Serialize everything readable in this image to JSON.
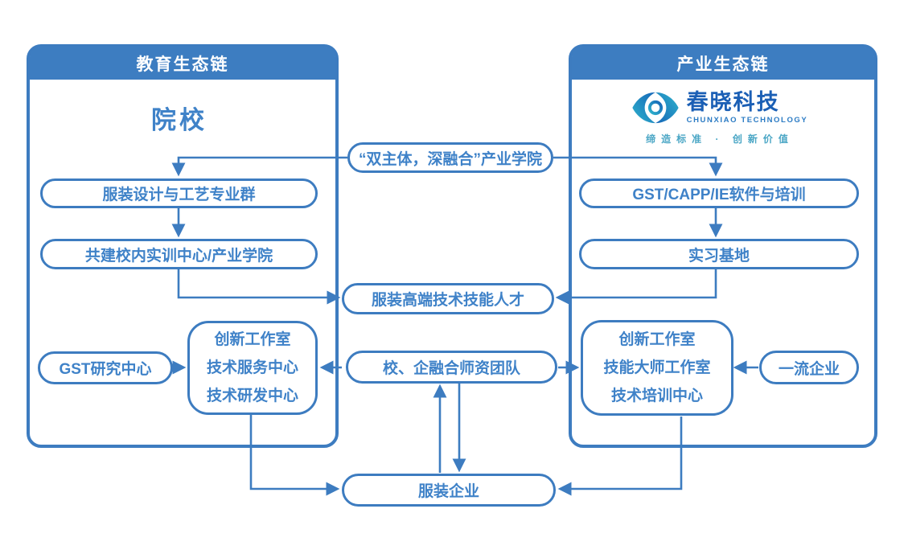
{
  "colors": {
    "line_blue": "#3d7cc0",
    "header_bg": "#3d7dc1",
    "header_text": "#ffffff",
    "box_text": "#3f82c8",
    "logo_blue": "#1b5fb5",
    "logo_teal": "#2ba8c4",
    "tagline_teal": "#4aa6c5"
  },
  "panels": {
    "education": {
      "header": "教育生态链",
      "title": "院校",
      "box_major_group": "服装设计与工艺专业群",
      "box_training_center": "共建校内实训中心/产业学院",
      "box_gst_research": "GST研究中心",
      "center_box_lines": [
        "创新工作室",
        "技术服务中心",
        "技术研发中心"
      ]
    },
    "industry": {
      "header": "产业生态链",
      "logo": {
        "name": "春晓科技",
        "en": "CHUNXIAO TECHNOLOGY",
        "tagline": "缔造标准 · 创新价值"
      },
      "box_software": "GST/CAPP/IE软件与培训",
      "box_internship": "实习基地",
      "center_box_lines": [
        "创新工作室",
        "技能大师工作室",
        "技术培训中心"
      ],
      "box_top_enterprise": "一流企业"
    }
  },
  "middle": {
    "box_academy": "“双主体，深融合”产业学院",
    "box_talent": "服装高端技术技能人才",
    "box_teachers": "校、企融合师资团队",
    "box_company": "服装企业"
  }
}
